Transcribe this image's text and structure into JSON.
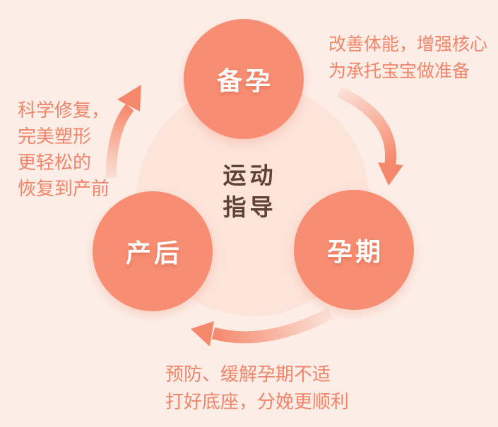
{
  "title": "孕产运动指导循环图",
  "colors": {
    "background": "#FCEEE7",
    "inner_circle": "#FCE4DA",
    "node_fill": "#F78D72",
    "node_text": "#FFFFFF",
    "annotation_text": "#F2846A",
    "center_text": "#5F4337",
    "arrow": "#F5876B"
  },
  "center": {
    "line1": "运动",
    "line2": "指导"
  },
  "nodes": [
    {
      "id": "preconception",
      "label": "备孕"
    },
    {
      "id": "postpartum",
      "label": "产后"
    },
    {
      "id": "pregnancy",
      "label": "孕期"
    }
  ],
  "annotations": {
    "top_right": {
      "lines": [
        "改善体能，增强核心",
        "为承托宝宝做准备"
      ]
    },
    "left": {
      "lines": [
        "科学修复，",
        "完美塑形",
        "更轻松的",
        "恢复到产前"
      ]
    },
    "bottom": {
      "lines": [
        "预防、缓解孕期不适",
        "打好底座，分娩更顺利"
      ]
    }
  },
  "arrows": [
    {
      "name": "postpartum-to-preconception"
    },
    {
      "name": "preconception-to-pregnancy"
    },
    {
      "name": "pregnancy-to-postpartum"
    }
  ]
}
